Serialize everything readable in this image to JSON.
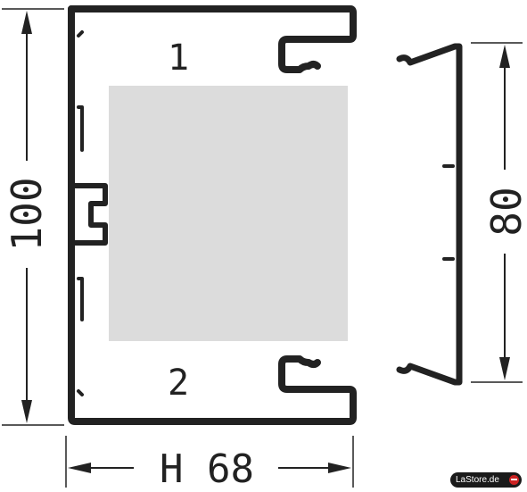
{
  "diagram": {
    "height_label": "100",
    "inner_height_label": "80",
    "width_label": "H 68",
    "compartment_top": "1",
    "compartment_bottom": "2"
  },
  "branding": {
    "logo_text": "LaStore.de"
  },
  "colors": {
    "profile_stroke": "#222222",
    "insert_fill": "#dcdcdc",
    "dimension_line": "#222222"
  }
}
